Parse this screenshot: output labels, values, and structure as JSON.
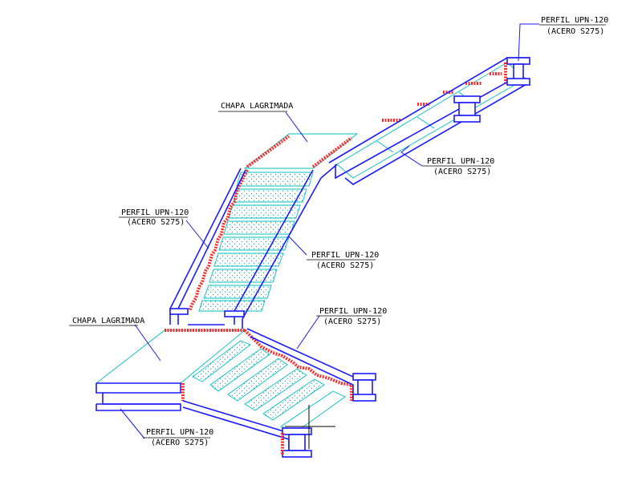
{
  "labels": {
    "top_right": {
      "line1": "PERFIL UPN-120",
      "line2": "(ACERO S275)"
    },
    "upper_flight_right": {
      "line1": "PERFIL UPN-120",
      "line2": "(ACERO S275)"
    },
    "middle_left_plate": {
      "line1": "CHAPA LAGRIMADA"
    },
    "middle_left_beam": {
      "line1": "PERFIL UPN-120",
      "line2": "(ACERO S275)"
    },
    "middle_right_beam": {
      "line1": "PERFIL UPN-120",
      "line2": "(ACERO S275)"
    },
    "lower_right_beam": {
      "line1": "PERFIL UPN-120",
      "line2": "(ACERO S275)"
    },
    "lower_left_plate": {
      "line1": "CHAPA LAGRIMADA"
    },
    "bottom_beam": {
      "line1": "PERFIL UPN-120",
      "line2": "(ACERO S275)"
    }
  },
  "colors": {
    "steel": "#1a1aff",
    "plate": "#00c0c0",
    "weld": "#ff2a2a",
    "text": "#000000"
  }
}
